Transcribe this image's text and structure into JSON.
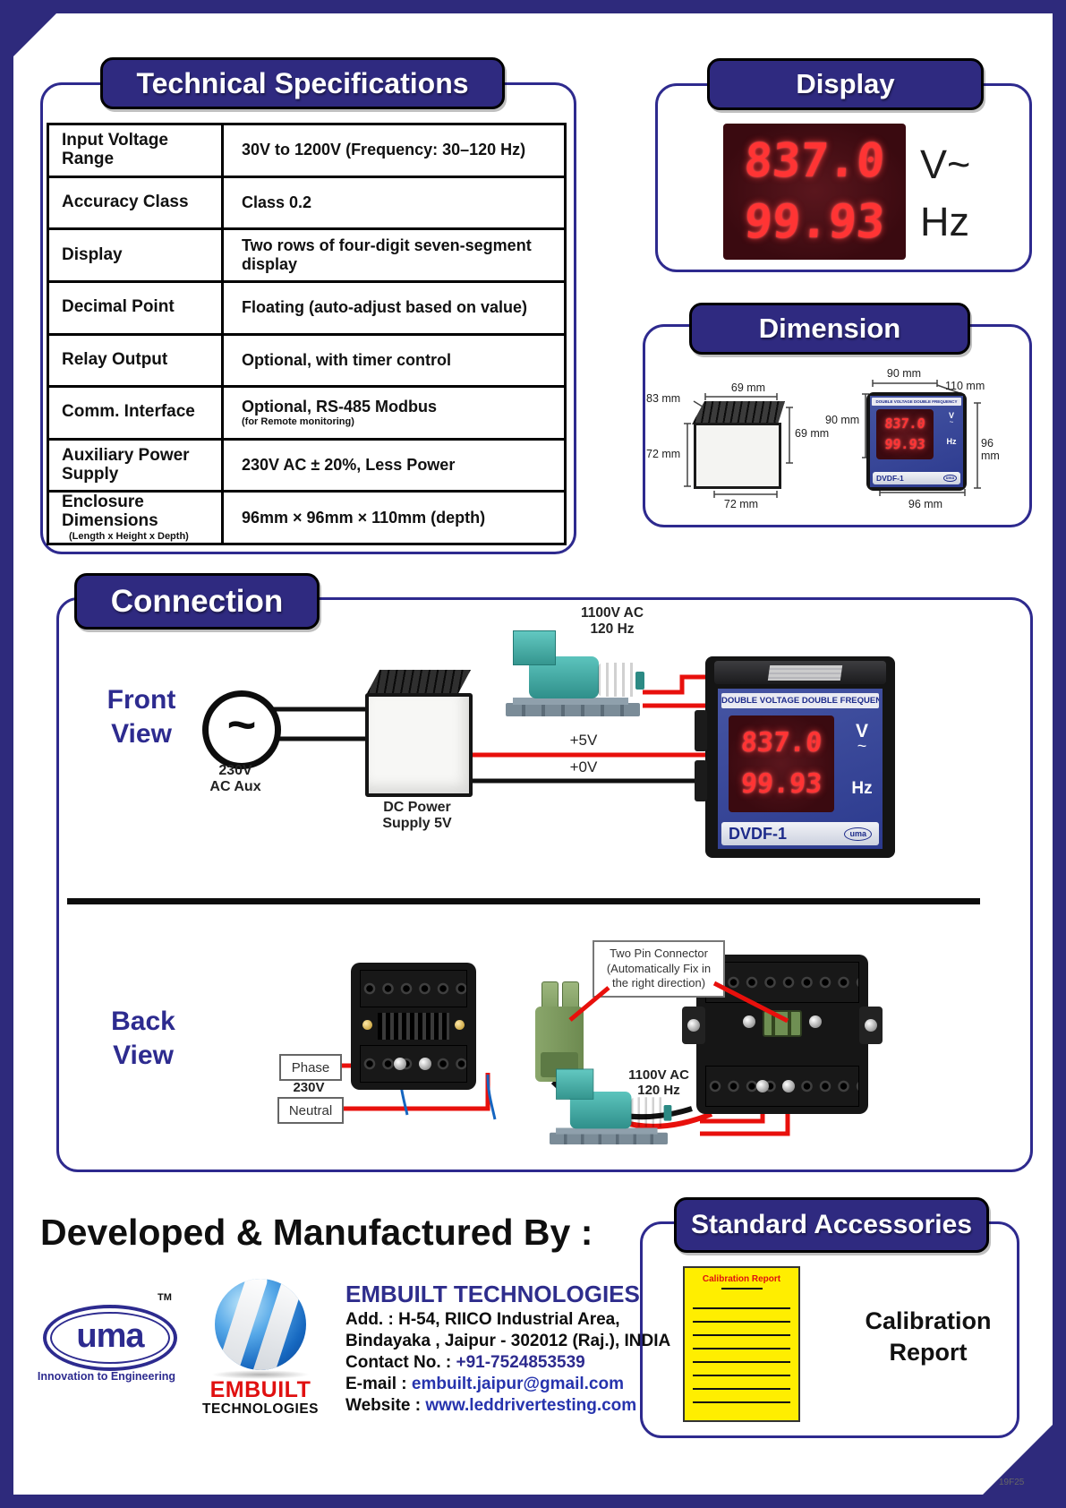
{
  "colors": {
    "frame": "#2e2a7c",
    "badge": "#2f2a80",
    "panel_border": "#2e2a8e",
    "accent_red": "#e8100c",
    "display_red": "#ff3434",
    "meter_blue": "#34479e",
    "teal": "#3fb0aa",
    "paper_yellow": "#ffee00",
    "link_blue": "#2d2b8f"
  },
  "page": {
    "code": "19F25",
    "ac_symbol": "~"
  },
  "sections": {
    "tech": "Technical Specifications",
    "display": "Display",
    "dimension": "Dimension",
    "connection": "Connection",
    "accessories": "Standard Accessories"
  },
  "tech_specs": {
    "rows": [
      {
        "label": "Input Voltage Range",
        "value": "30V to 1200V (Frequency: 30–120 Hz)"
      },
      {
        "label": "Accuracy Class",
        "value": "Class 0.2"
      },
      {
        "label": "Display",
        "value": "Two rows of four-digit seven-segment display"
      },
      {
        "label": "Decimal Point",
        "value": "Floating (auto-adjust based on value)"
      },
      {
        "label": "Relay Output",
        "value": "Optional, with timer control"
      },
      {
        "label": "Comm. Interface",
        "value": "Optional, RS-485 Modbus",
        "subvalue": "(for Remote monitoring)"
      },
      {
        "label": "Auxiliary Power Supply",
        "value": "230V AC ± 20%,  Less Power"
      },
      {
        "label": "Enclosure Dimensions",
        "sublabel": "(Length x Height x Depth)",
        "value": "96mm × 96mm × 110mm (depth)"
      }
    ]
  },
  "display_panel": {
    "volts": "837.0",
    "hertz": "99.93",
    "volt_unit": "V~",
    "hertz_unit": "Hz"
  },
  "meter": {
    "header": "DOUBLE VOLTAGE DOUBLE FREQUENCY",
    "volts": "837.0",
    "hertz": "99.93",
    "v": "V",
    "tilde": "~",
    "hz": "Hz",
    "model": "DVDF-1",
    "brand": "uma"
  },
  "dimension_panel": {
    "back": {
      "depth": "83 mm",
      "top": "69 mm",
      "right": "69 mm",
      "left": "72 mm",
      "bottom": "72 mm"
    },
    "front": {
      "top": "90 mm",
      "depth": "110 mm",
      "left": "90 mm",
      "right": "96\nmm",
      "bottom": "96 mm"
    }
  },
  "connection": {
    "front_view": "Front\nView",
    "back_view": "Back\nView",
    "ac_aux": "230V\nAC Aux",
    "dc_supply": "DC Power\nSupply 5V",
    "gen1": "1100V AC\n120 Hz",
    "gen2": "1100V AC\n120 Hz",
    "plus5": "+5V",
    "plus0": "+0V",
    "phase": "Phase",
    "neutral": "Neutral",
    "aux2": "230V\nAC Aux",
    "connector_note": "Two Pin Connector\n(Automatically Fix in\nthe right direction)"
  },
  "footer": {
    "heading": "Developed & Manufactured By :",
    "uma_logo": {
      "text": "uma",
      "tm": "TM",
      "tagline": "Innovation to Engineering"
    },
    "embuilt_logo": {
      "line1": "EMBUILT",
      "line2": "TECHNOLOGIES"
    },
    "company": {
      "name": "EMBUILT  TECHNOLOGIES",
      "address1": "Add. : H-54, RIICO Industrial Area,",
      "address2": "Bindayaka , Jaipur - 302012 (Raj.), INDIA",
      "contact_label": "Contact No. : ",
      "contact_value": "+91-7524853539",
      "email_label": "E-mail : ",
      "email_value": "embuilt.jaipur@gmail.com",
      "website_label": "Website : ",
      "website_value": "www.leddrivertesting.com"
    }
  },
  "accessories": {
    "paper_title": "Calibration Report",
    "caption": "Calibration Report"
  }
}
